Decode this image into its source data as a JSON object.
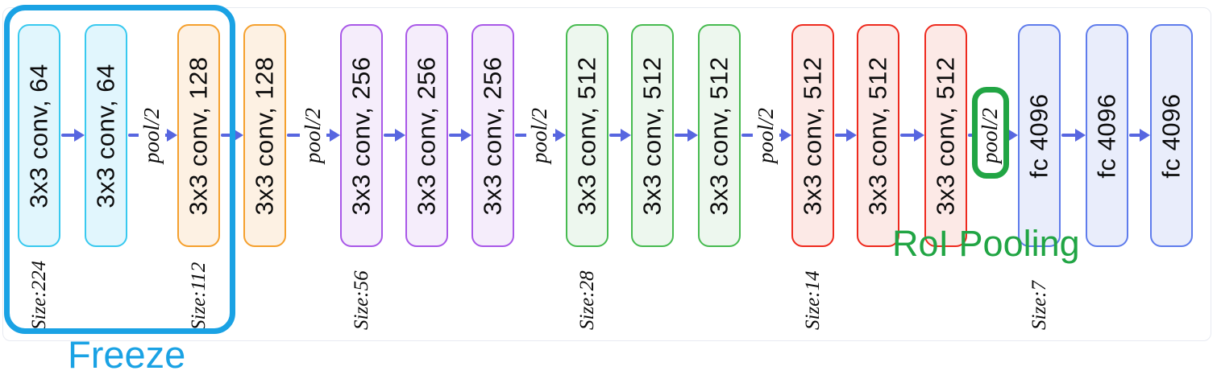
{
  "diagram": {
    "annotations": {
      "freeze": "Freeze",
      "roi_pooling": "RoI Pooling"
    },
    "pool_label": "pool/2",
    "layers": [
      {
        "label": "3x3 conv, 64",
        "color": "cyan",
        "size_label": "Size:224"
      },
      {
        "label": "3x3 conv, 64",
        "color": "cyan",
        "pool_after": true
      },
      {
        "label": "3x3 conv, 128",
        "color": "orange",
        "size_label": "Size:112"
      },
      {
        "label": "3x3 conv, 128",
        "color": "orange",
        "pool_after": true
      },
      {
        "label": "3x3 conv, 256",
        "color": "purple",
        "size_label": "Size:56"
      },
      {
        "label": "3x3 conv, 256",
        "color": "purple"
      },
      {
        "label": "3x3 conv, 256",
        "color": "purple",
        "pool_after": true
      },
      {
        "label": "3x3 conv, 512",
        "color": "green",
        "size_label": "Size:28"
      },
      {
        "label": "3x3 conv, 512",
        "color": "green"
      },
      {
        "label": "3x3 conv, 512",
        "color": "green",
        "pool_after": true
      },
      {
        "label": "3x3 conv, 512",
        "color": "red",
        "size_label": "Size:14"
      },
      {
        "label": "3x3 conv, 512",
        "color": "red"
      },
      {
        "label": "3x3 conv, 512",
        "color": "red",
        "pool_after": "roi"
      },
      {
        "label": "fc 4096",
        "color": "blue",
        "size_label": "Size:7"
      },
      {
        "label": "fc 4096",
        "color": "blue"
      },
      {
        "label": "fc 4096",
        "color": "blue"
      }
    ],
    "colors": {
      "cyan_border": "#38c9ef",
      "cyan_fill": "#e1f6fd",
      "orange_border": "#f5a02d",
      "orange_fill": "#fdf1e3",
      "purple_border": "#a958e8",
      "purple_fill": "#f5edfb",
      "green_border": "#47bb50",
      "green_fill": "#edf7ee",
      "red_border": "#ee2a1e",
      "red_fill": "#fce9e6",
      "blue_border": "#5f7cec",
      "blue_fill": "#e9edfb",
      "arrow": "#5766e0",
      "freeze": "#1aa2e4",
      "roi": "#21a544"
    }
  }
}
